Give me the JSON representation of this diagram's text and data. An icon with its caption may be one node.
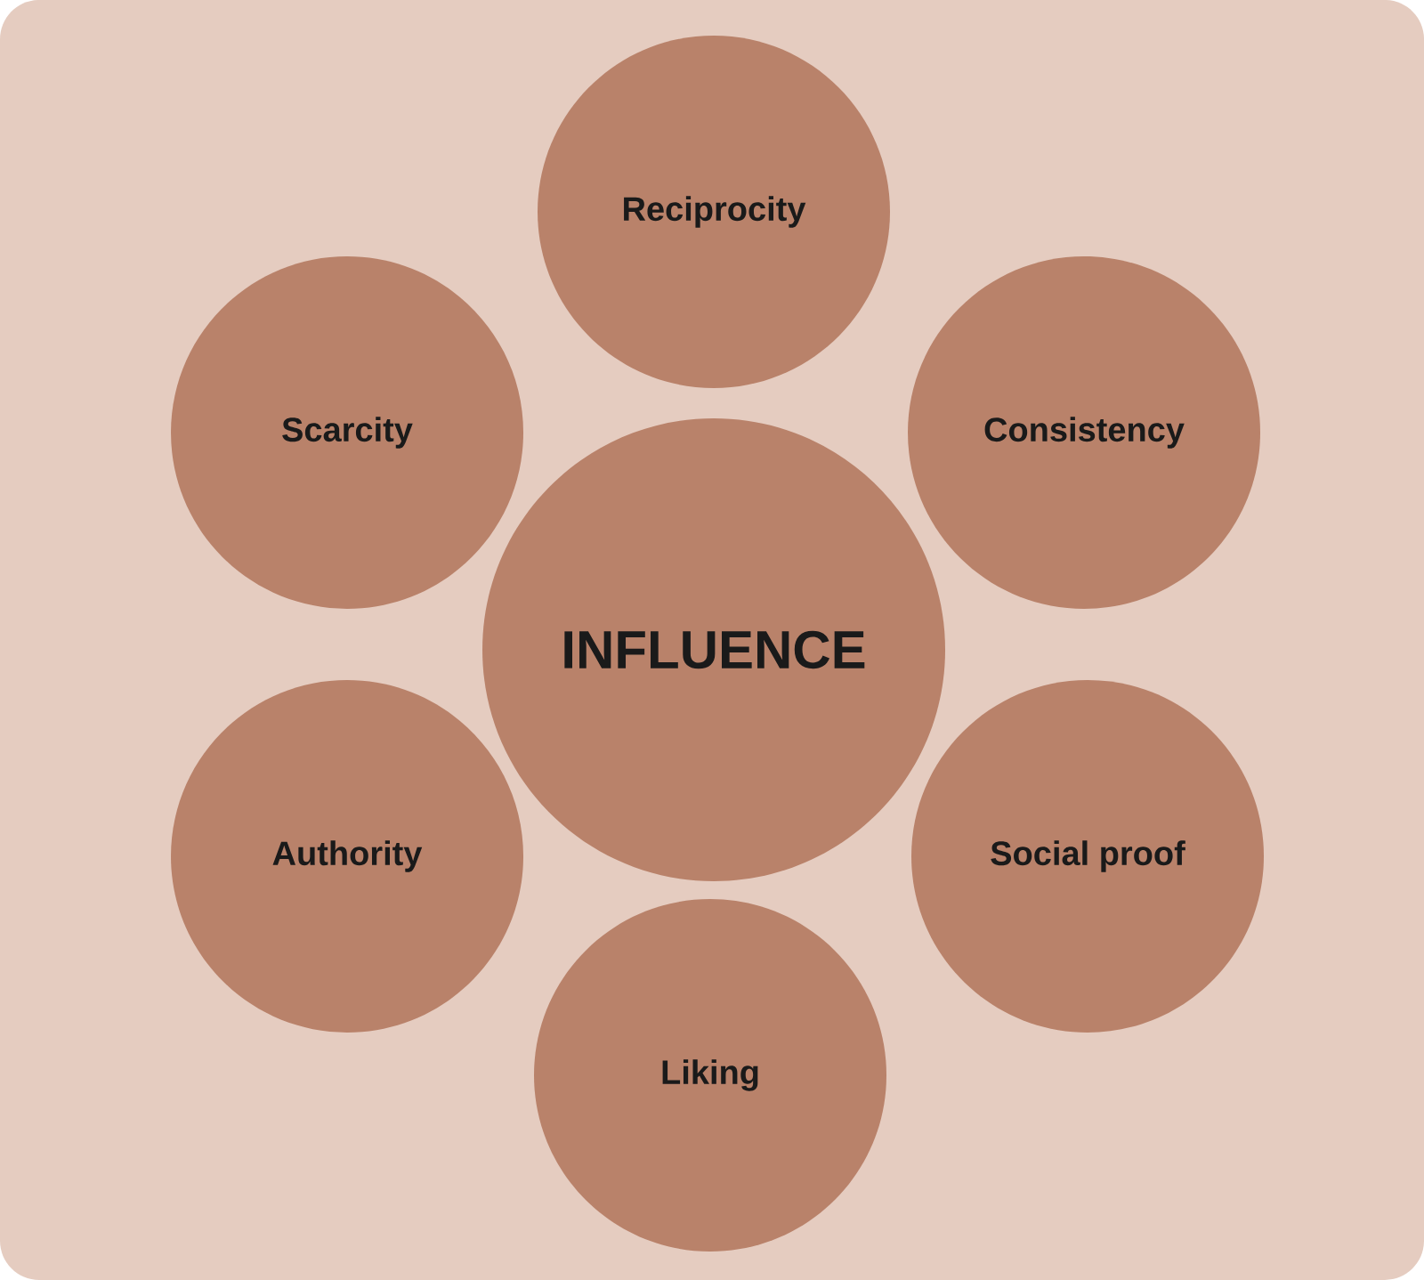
{
  "diagram": {
    "nodes": [
      {
        "text": [
          "Reciprocity"
        ]
      },
      {
        "text": [
          "Scarcity"
        ]
      },
      {
        "text": [
          "Consistency"
        ]
      },
      {
        "text": [
          "INFLUENCE"
        ]
      },
      {
        "text": [
          "Authority"
        ]
      },
      {
        "text": [
          "Social proof"
        ]
      },
      {
        "text": [
          "Liking"
        ]
      }
    ]
  }
}
